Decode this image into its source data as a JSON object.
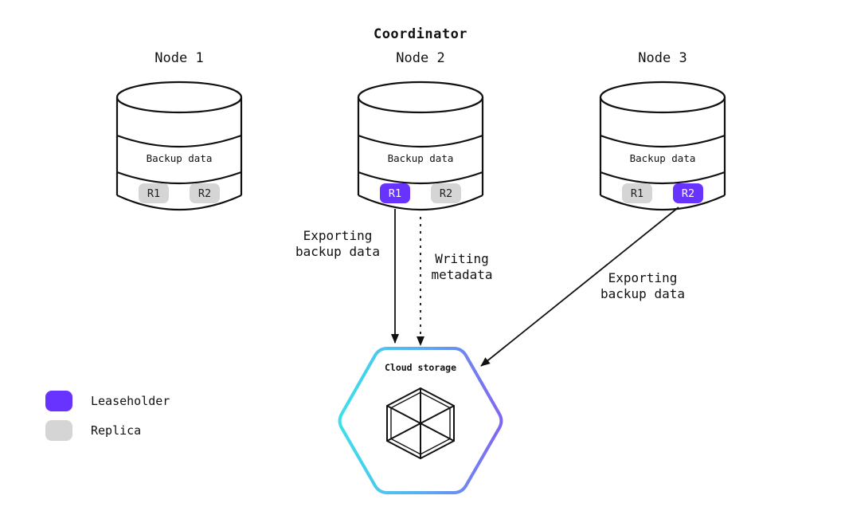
{
  "title": "Coordinator",
  "nodes": [
    {
      "label": "Node 1",
      "body": "Backup data",
      "replicas": [
        {
          "label": "R1",
          "type": "replica"
        },
        {
          "label": "R2",
          "type": "replica"
        }
      ]
    },
    {
      "label": "Node 2",
      "body": "Backup data",
      "replicas": [
        {
          "label": "R1",
          "type": "leaseholder"
        },
        {
          "label": "R2",
          "type": "replica"
        }
      ]
    },
    {
      "label": "Node 3",
      "body": "Backup data",
      "replicas": [
        {
          "label": "R1",
          "type": "replica"
        },
        {
          "label": "R2",
          "type": "leaseholder"
        }
      ]
    }
  ],
  "arrows": [
    {
      "lines": [
        "Exporting",
        "backup data"
      ],
      "style": "solid",
      "from": "node-2-r1",
      "to": "cloud-storage"
    },
    {
      "lines": [
        "Writing",
        "metadata"
      ],
      "style": "dashed",
      "from": "node-2",
      "to": "cloud-storage"
    },
    {
      "lines": [
        "Exporting",
        "backup data"
      ],
      "style": "solid",
      "from": "node-3-r2",
      "to": "cloud-storage"
    }
  ],
  "cloud_storage": {
    "label": "Cloud storage"
  },
  "legend": [
    {
      "label": "Leaseholder",
      "type": "leaseholder"
    },
    {
      "label": "Replica",
      "type": "replica"
    }
  ],
  "colors": {
    "leaseholder": "#6933ff",
    "replica": "#d5d5d5",
    "stroke": "#111111",
    "hex_gradient_start": "#3ce0ea",
    "hex_gradient_mid": "#59aef2",
    "hex_gradient_end": "#8165f2"
  }
}
